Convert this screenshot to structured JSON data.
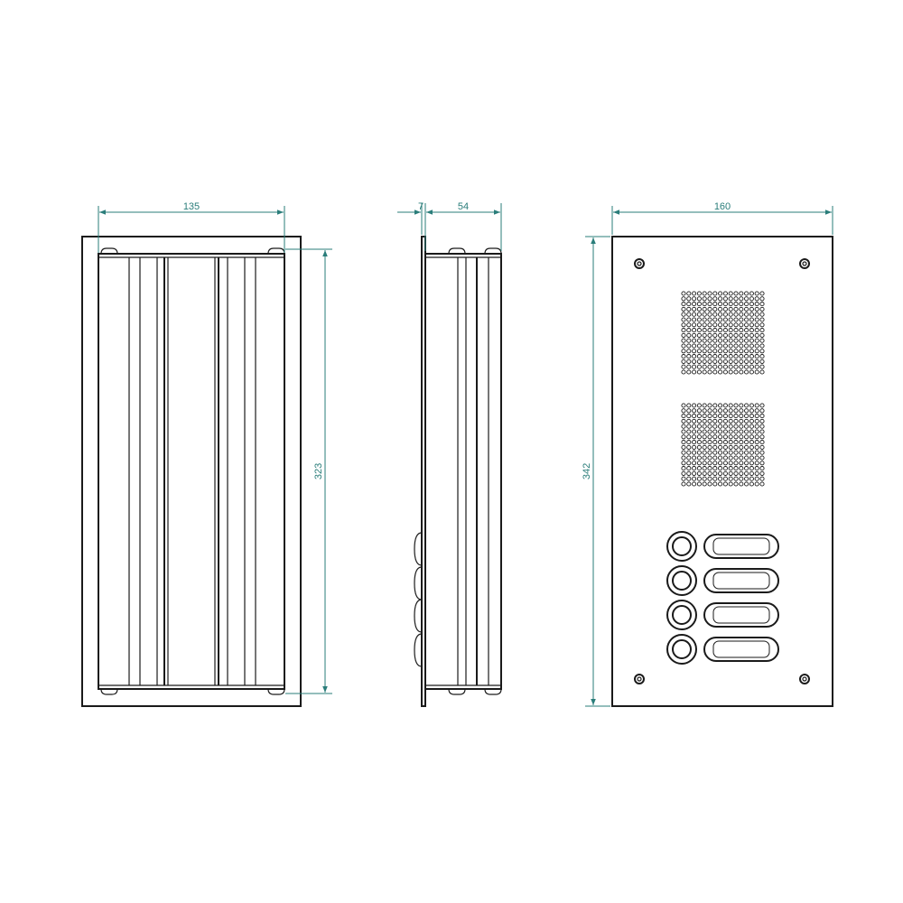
{
  "colors": {
    "line": "#1a1a1a",
    "dimension": "#2a7d7a",
    "background": "#ffffff"
  },
  "dimensions": {
    "back_width": "135",
    "back_height": "323",
    "side_plate": "7",
    "side_depth": "54",
    "front_width": "160",
    "front_height": "342"
  },
  "front_panel": {
    "button_rows": 4,
    "speaker_grille_count": 2
  }
}
